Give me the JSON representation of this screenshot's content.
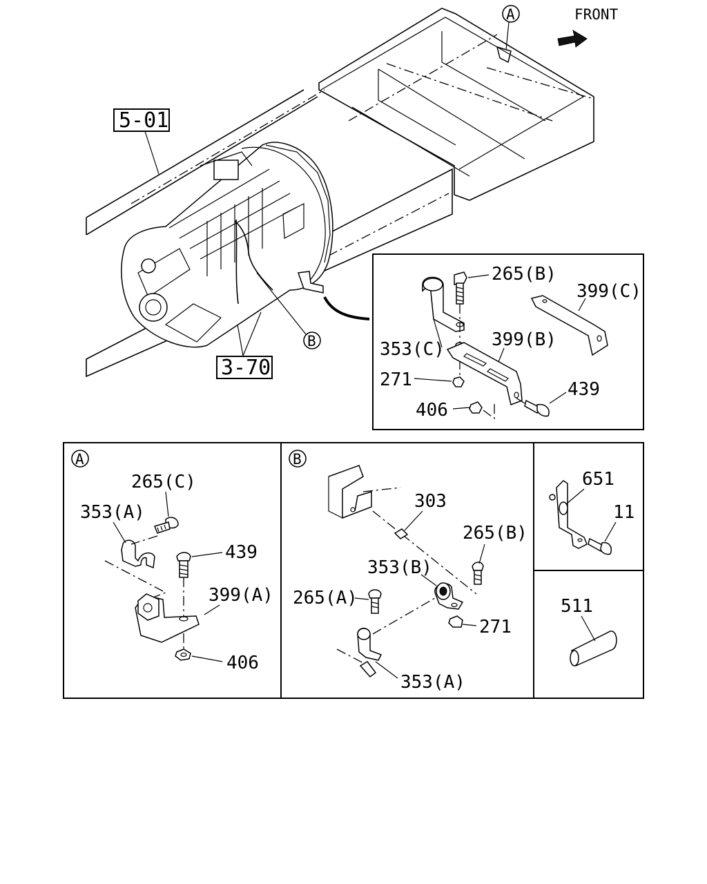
{
  "orientation": {
    "front_label": "FRONT"
  },
  "main_view": {
    "callout_a": "A",
    "callout_b": "B",
    "ref_frame": "5-01",
    "ref_transmission": "3-70"
  },
  "inset_detail": {
    "labels": {
      "bolt_265b": "265(B)",
      "bracket_399c": "399(C)",
      "clip_353c": "353(C)",
      "bracket_399b": "399(B)",
      "nut_271": "271",
      "bolt_439": "439",
      "nut_406": "406"
    }
  },
  "panel_a": {
    "title": "A",
    "labels": {
      "bolt_265c": "265(C)",
      "clip_353a": "353(A)",
      "bolt_439": "439",
      "bracket_399a": "399(A)",
      "nut_406": "406"
    }
  },
  "panel_b": {
    "title": "B",
    "labels": {
      "pin_303": "303",
      "bolt_265b": "265(B)",
      "clip_353b": "353(B)",
      "bolt_265a": "265(A)",
      "nut_271": "271",
      "clip_353a": "353(A)"
    }
  },
  "panel_c": {
    "labels": {
      "bracket_651": "651",
      "bolt_11": "11"
    }
  },
  "panel_d": {
    "labels": {
      "pipe_511": "511"
    }
  }
}
